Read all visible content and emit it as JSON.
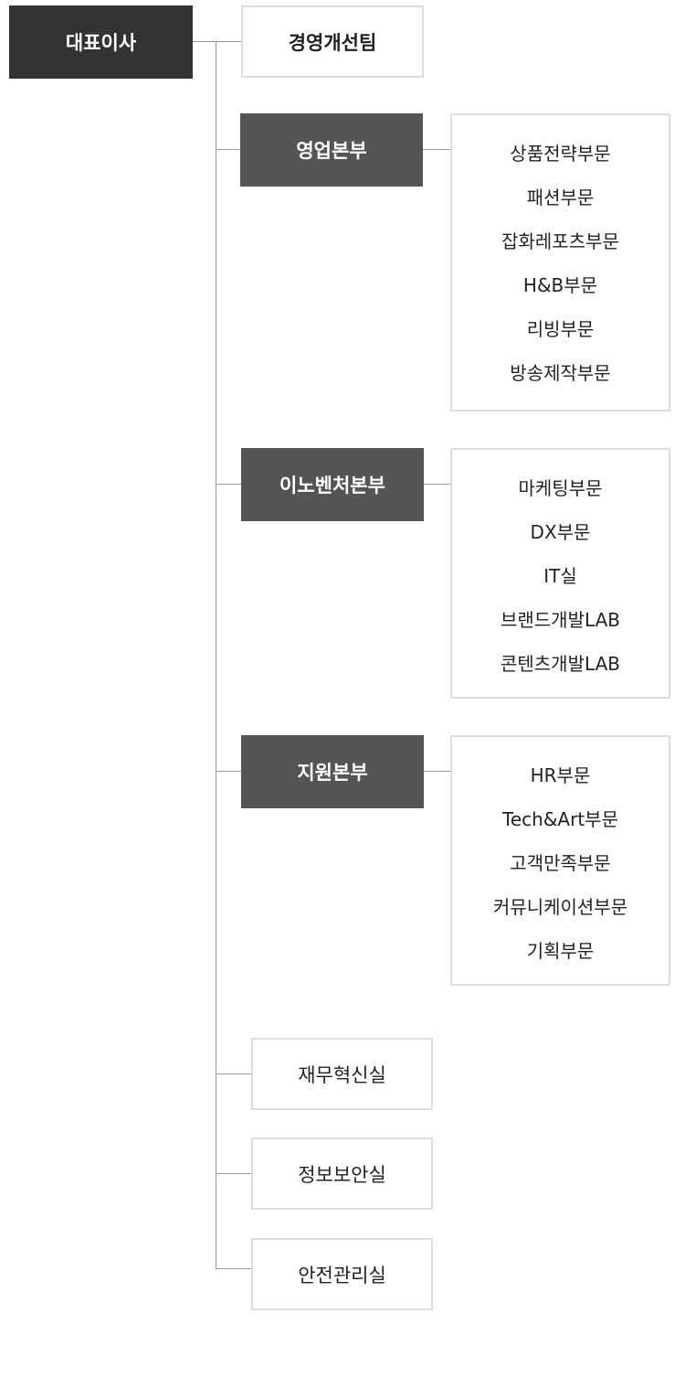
{
  "ceo": {
    "label": "대표이사"
  },
  "management_team": {
    "label": "경영개선팀"
  },
  "divisions": [
    {
      "label": "영업본부",
      "units": [
        "상품전략부문",
        "패션부문",
        "잡화레포츠부문",
        "H&B부문",
        "리빙부문",
        "방송제작부문"
      ]
    },
    {
      "label": "이노벤처본부",
      "units": [
        "마케팅부문",
        "DX부문",
        "IT실",
        "브랜드개발LAB",
        "콘텐츠개발LAB"
      ]
    },
    {
      "label": "지원본부",
      "units": [
        "HR부문",
        "Tech&Art부문",
        "고객만족부문",
        "커뮤니케이션부문",
        "기획부문"
      ]
    }
  ],
  "offices": [
    {
      "label": "재무혁신실"
    },
    {
      "label": "정보보안실"
    },
    {
      "label": "안전관리실"
    }
  ],
  "colors": {
    "ceo_fill": "#333333",
    "division_fill": "#555555",
    "box_border": "#dddddd",
    "connector": "#999999"
  }
}
